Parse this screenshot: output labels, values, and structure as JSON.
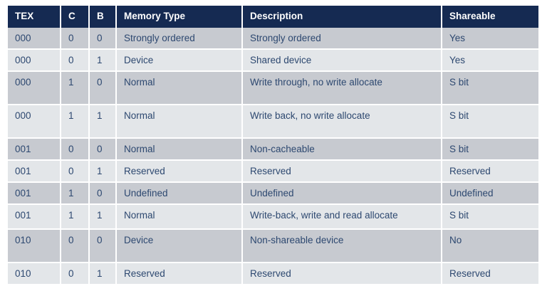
{
  "table": {
    "name": "memory-attributes-table",
    "colors": {
      "header_background": "#152a52",
      "header_text": "#ffffff",
      "cell_text": "#2d4870",
      "row_stripe_dark": "#c7cad0",
      "row_stripe_light": "#e3e6e9",
      "grid_line": "#ffffff"
    },
    "columns": [
      {
        "key": "tex",
        "label": "TEX"
      },
      {
        "key": "c",
        "label": "C"
      },
      {
        "key": "b",
        "label": "B"
      },
      {
        "key": "memtype",
        "label": "Memory Type"
      },
      {
        "key": "desc",
        "label": "Description"
      },
      {
        "key": "shareable",
        "label": "Shareable"
      }
    ],
    "rows": [
      {
        "tex": "000",
        "c": "0",
        "b": "0",
        "memtype": "Strongly ordered",
        "desc": "Strongly ordered",
        "shareable": "Yes",
        "stripe": "dark",
        "height": "normal"
      },
      {
        "tex": "000",
        "c": "0",
        "b": "1",
        "memtype": "Device",
        "desc": "Shared device",
        "shareable": "Yes",
        "stripe": "light",
        "height": "normal"
      },
      {
        "tex": "000",
        "c": "1",
        "b": "0",
        "memtype": "Normal",
        "desc": "Write through, no write allocate",
        "shareable": "S bit",
        "stripe": "dark",
        "height": "tall"
      },
      {
        "tex": "000",
        "c": "1",
        "b": "1",
        "memtype": "Normal",
        "desc": "Write back, no write allocate",
        "shareable": "S bit",
        "stripe": "light",
        "height": "tall"
      },
      {
        "tex": "001",
        "c": "0",
        "b": "0",
        "memtype": "Normal",
        "desc": "Non-cacheable",
        "shareable": "S bit",
        "stripe": "dark",
        "height": "normal"
      },
      {
        "tex": "001",
        "c": "0",
        "b": "1",
        "memtype": "Reserved",
        "desc": "Reserved",
        "shareable": "Reserved",
        "stripe": "light",
        "height": "normal"
      },
      {
        "tex": "001",
        "c": "1",
        "b": "0",
        "memtype": "Undefined",
        "desc": "Undefined",
        "shareable": "Undefined",
        "stripe": "dark",
        "height": "normal"
      },
      {
        "tex": "001",
        "c": "1",
        "b": "1",
        "memtype": "Normal",
        "desc": "Write-back, write and read allocate",
        "shareable": "S bit",
        "stripe": "light",
        "height": "tall-wrap"
      },
      {
        "tex": "010",
        "c": "0",
        "b": "0",
        "memtype": "Device",
        "desc": "Non-shareable device",
        "shareable": "No",
        "stripe": "dark",
        "height": "tall"
      },
      {
        "tex": "010",
        "c": "0",
        "b": "1",
        "memtype": "Reserved",
        "desc": "Reserved",
        "shareable": "Reserved",
        "stripe": "light",
        "height": "normal"
      }
    ]
  }
}
